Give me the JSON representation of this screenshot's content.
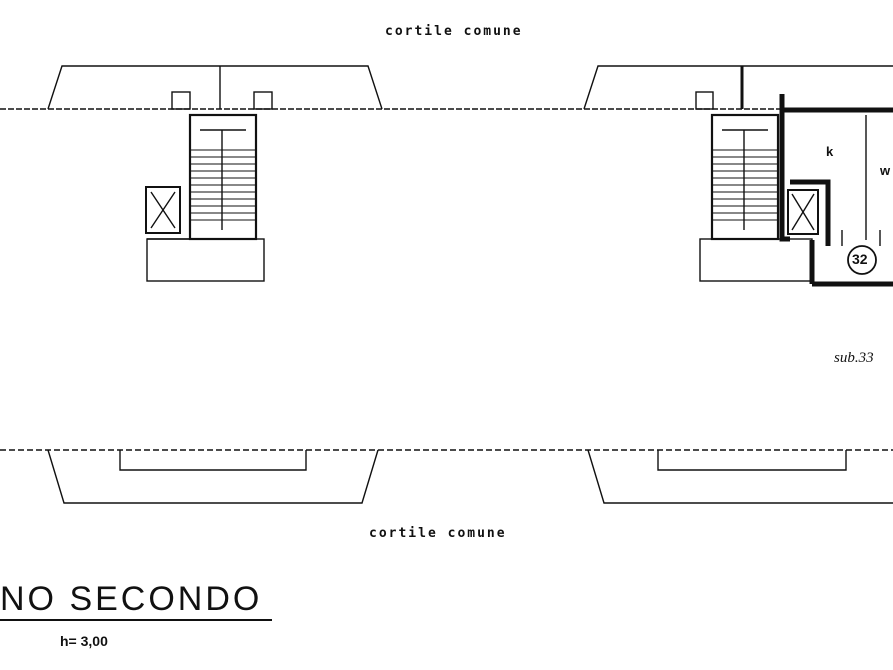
{
  "labels": {
    "top_courtyard": "cortile comune",
    "bottom_courtyard": "cortile comune",
    "title": "NO SECONDO",
    "height": "h= 3,00",
    "sub_label": "sub.33",
    "room_k": "k",
    "room_w": "w",
    "unit_number": "32"
  },
  "colors": {
    "ink": "#111111",
    "paper": "#ffffff"
  }
}
